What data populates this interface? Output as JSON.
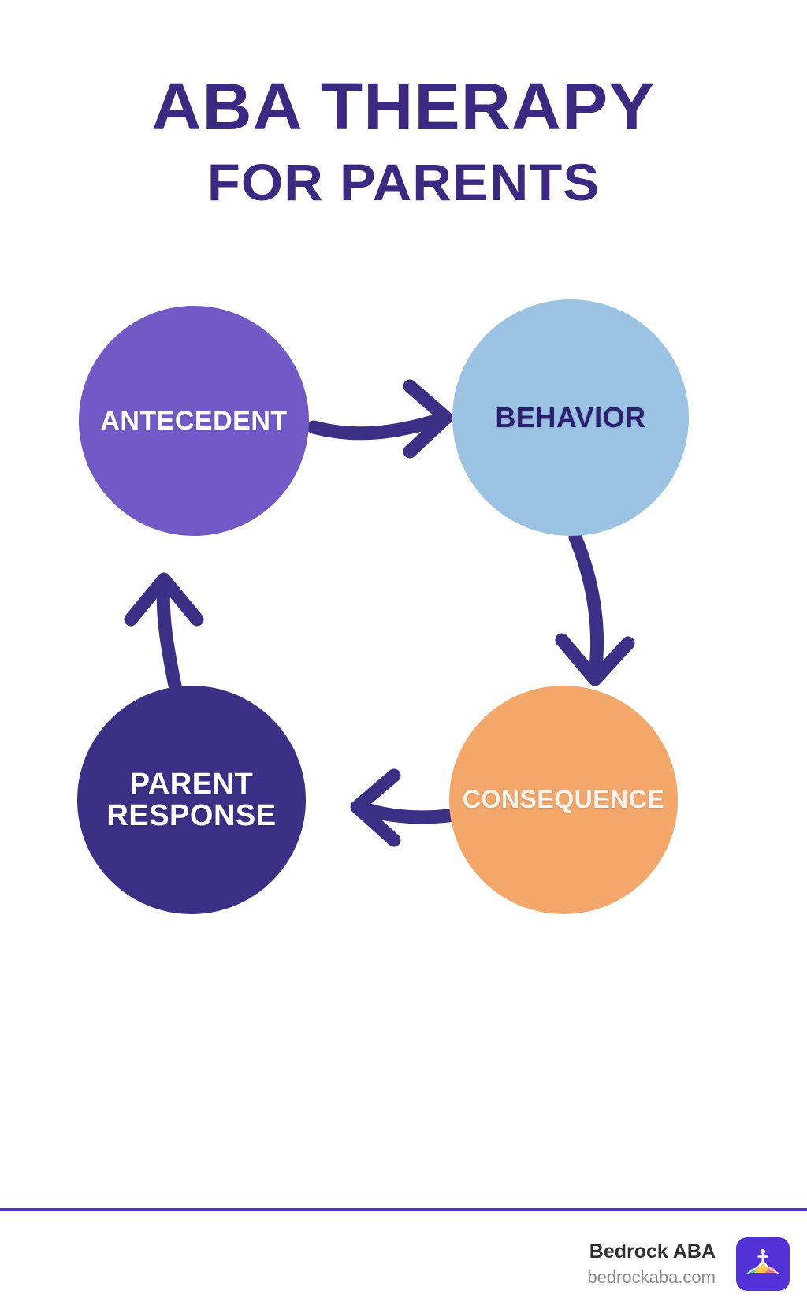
{
  "title": {
    "main": "ABA THERAPY",
    "sub": "FOR PARENTS"
  },
  "cycle": {
    "nodes": [
      {
        "id": "antecedent",
        "label": "ANTECEDENT",
        "color": "#7159c6",
        "text_color": "#ffffff"
      },
      {
        "id": "behavior",
        "label": "BEHAVIOR",
        "color": "#9cc3e4",
        "text_color": "#2b2070"
      },
      {
        "id": "consequence",
        "label": "CONSEQUENCE",
        "color": "#f4a76a",
        "text_color": "#fdf6f0"
      },
      {
        "id": "parent",
        "label": "PARENT RESPONSE",
        "color": "#3c2f86",
        "text_color": "#ffffff"
      }
    ],
    "arrow_color": "#3c2f86",
    "arrows": [
      {
        "from": "antecedent",
        "to": "behavior"
      },
      {
        "from": "behavior",
        "to": "consequence"
      },
      {
        "from": "consequence",
        "to": "parent"
      },
      {
        "from": "parent",
        "to": "antecedent"
      }
    ]
  },
  "footer": {
    "brand_name": "Bedrock ABA",
    "brand_url": "bedrockaba.com",
    "rule_color": "#4a2fd0",
    "logo_color": "#5232d6",
    "logo_icon": "person-on-mountains-icon"
  }
}
